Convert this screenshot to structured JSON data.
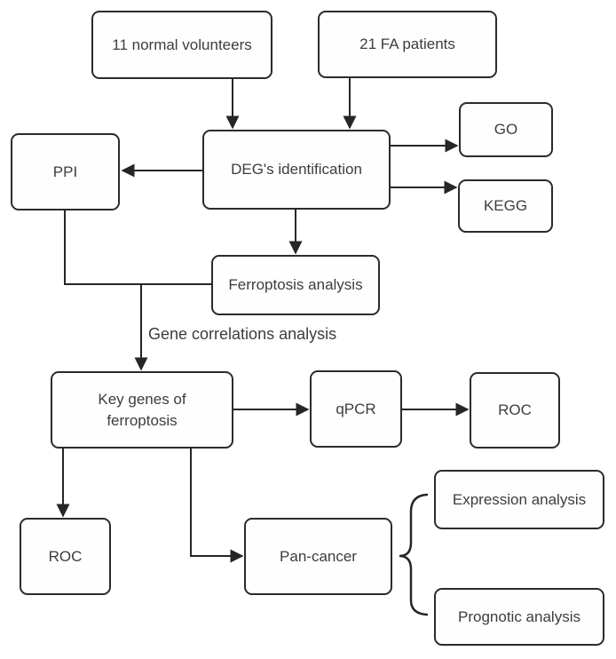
{
  "diagram": {
    "nodes": {
      "normal_volunteers": {
        "label": "11 normal volunteers"
      },
      "fa_patients": {
        "label": "21 FA patients"
      },
      "deg": {
        "label": "DEG's identification"
      },
      "ppi": {
        "label": "PPI"
      },
      "go": {
        "label": "GO"
      },
      "kegg": {
        "label": "KEGG"
      },
      "ferroptosis": {
        "label": "Ferroptosis analysis"
      },
      "key_genes": {
        "label": "Key genes of ferroptosis"
      },
      "qpcr": {
        "label": "qPCR"
      },
      "roc_top": {
        "label": "ROC"
      },
      "roc_bottom": {
        "label": "ROC"
      },
      "pan_cancer": {
        "label": "Pan-cancer"
      },
      "expression": {
        "label": "Expression analysis"
      },
      "prognotic": {
        "label": "Prognotic analysis"
      }
    },
    "edge_labels": {
      "gene_correlations": "Gene correlations analysis"
    },
    "colors": {
      "line": "#262626",
      "box_border": "#2b2b2b",
      "text": "#3d3d3d",
      "background": "#ffffff"
    }
  }
}
